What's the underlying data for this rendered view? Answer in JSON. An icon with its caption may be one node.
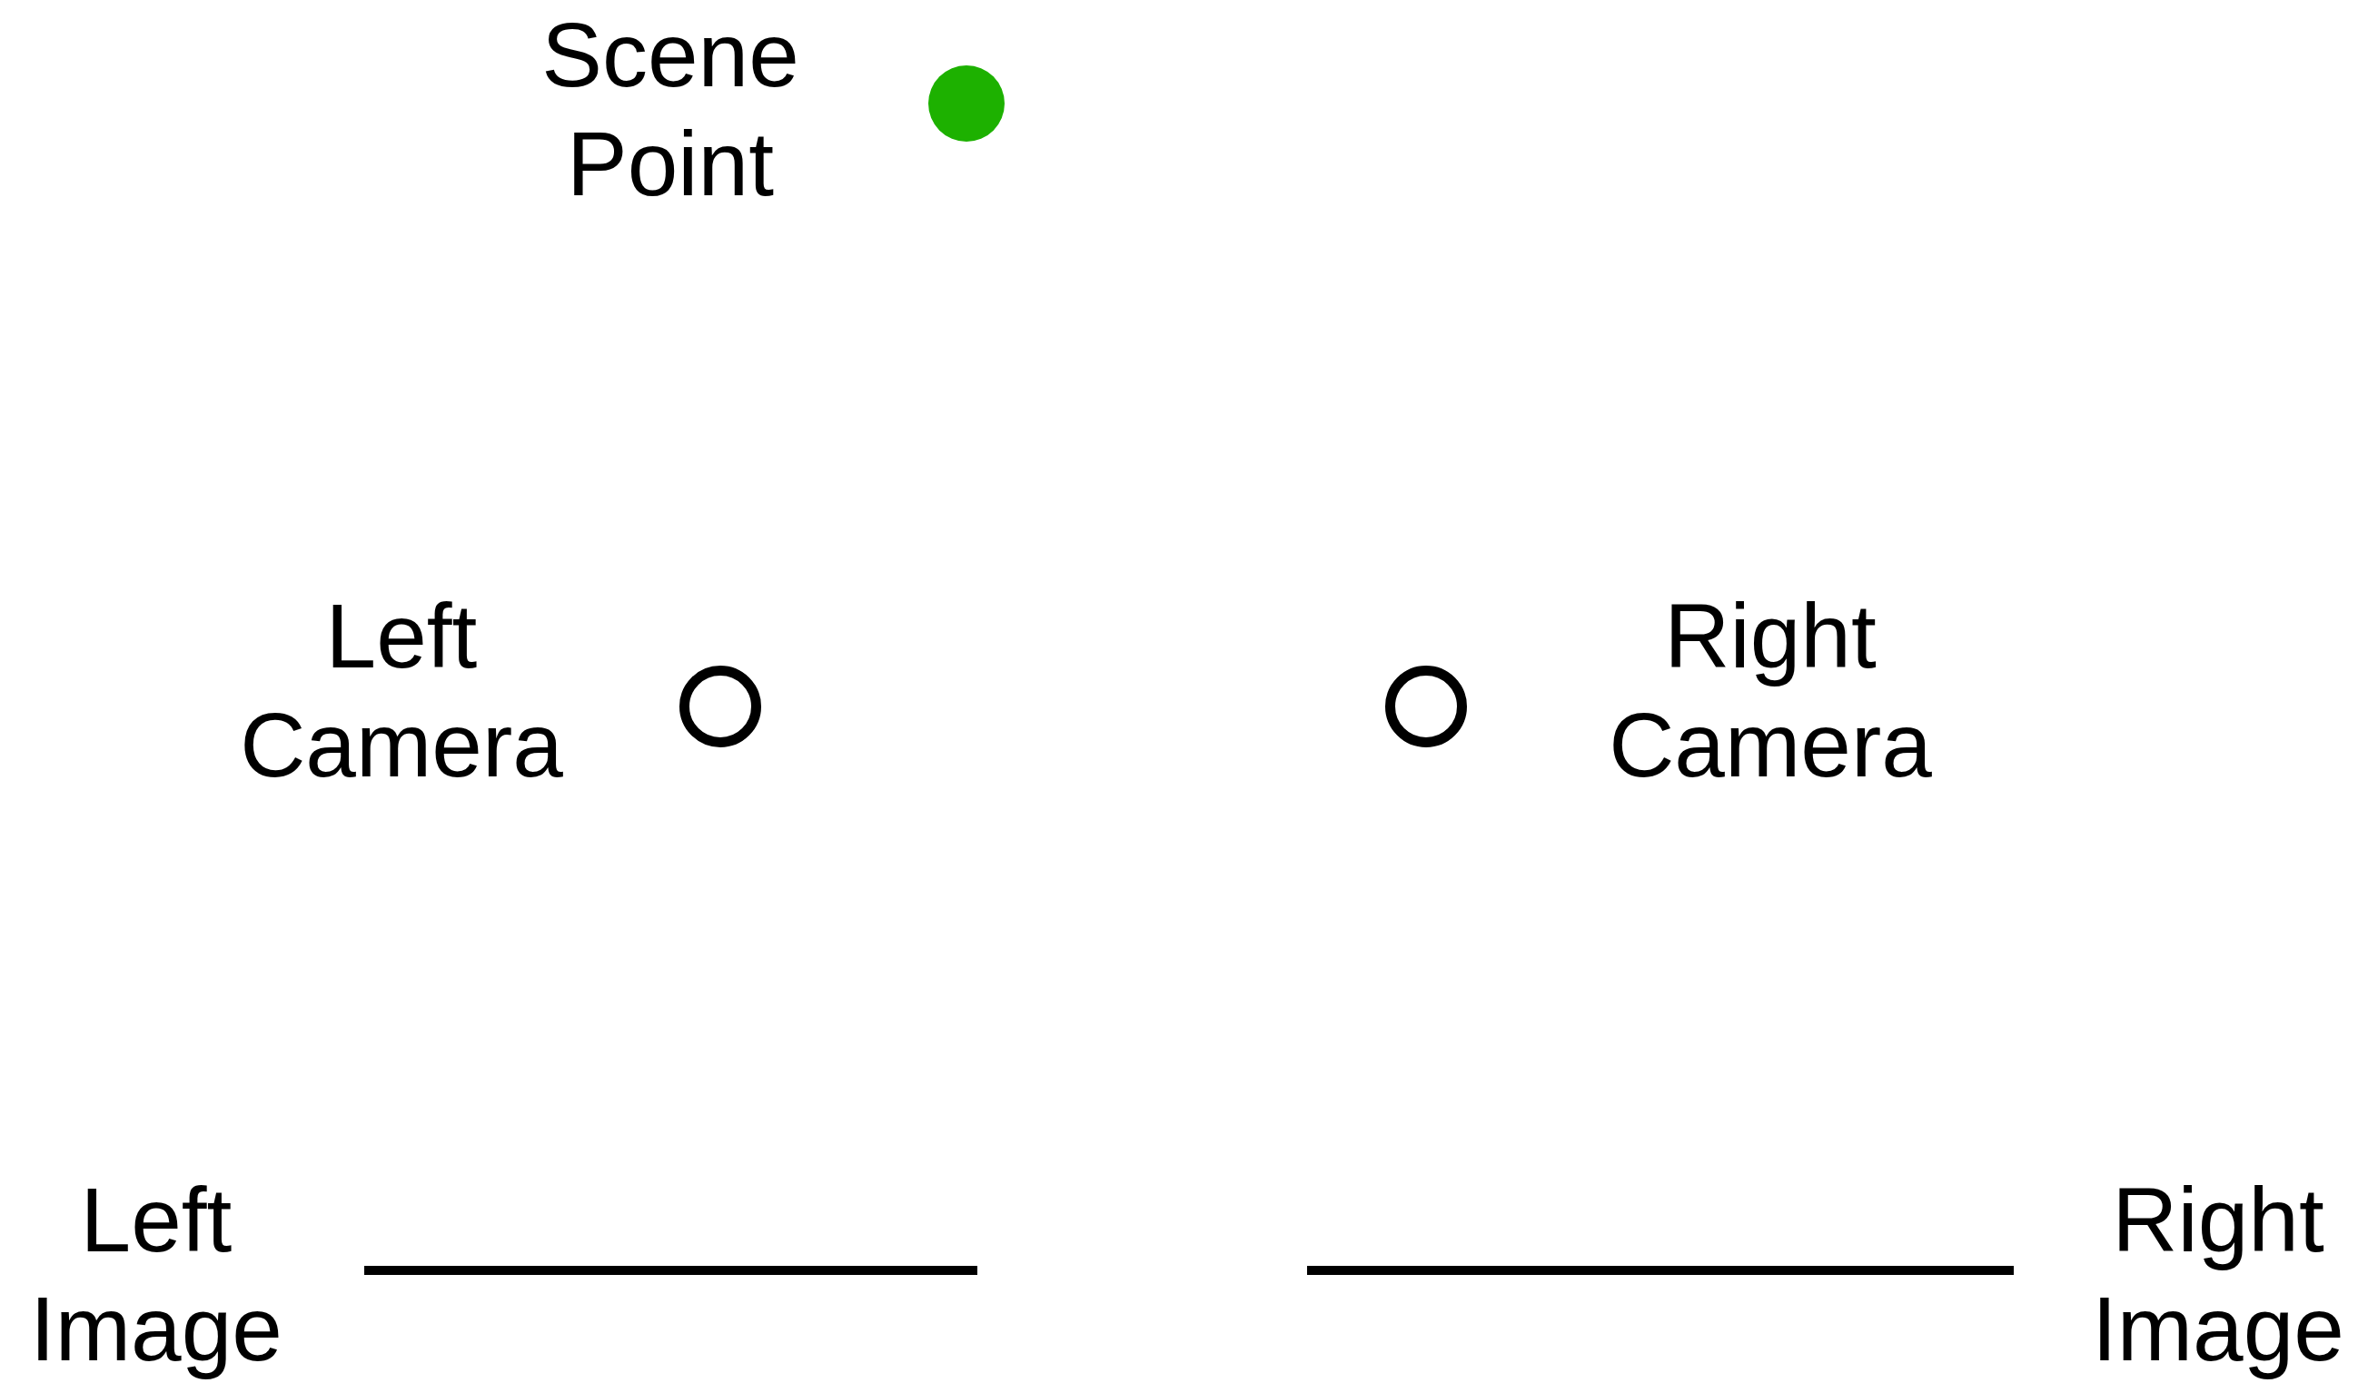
{
  "diagram": {
    "nodes": [
      {
        "text": [],
        "shape": "circle",
        "beside": [
          "Scene Point"
        ]
      },
      {
        "text": [],
        "shape": "circle",
        "beside": [
          "Left Camera"
        ]
      },
      {
        "text": [],
        "shape": "circle",
        "beside": [
          "Right Camera"
        ]
      },
      {
        "text": [],
        "shape": "bar",
        "beside": [
          "Left Image"
        ]
      },
      {
        "text": [],
        "shape": "bar",
        "beside": [
          "Right Image"
        ]
      }
    ]
  }
}
